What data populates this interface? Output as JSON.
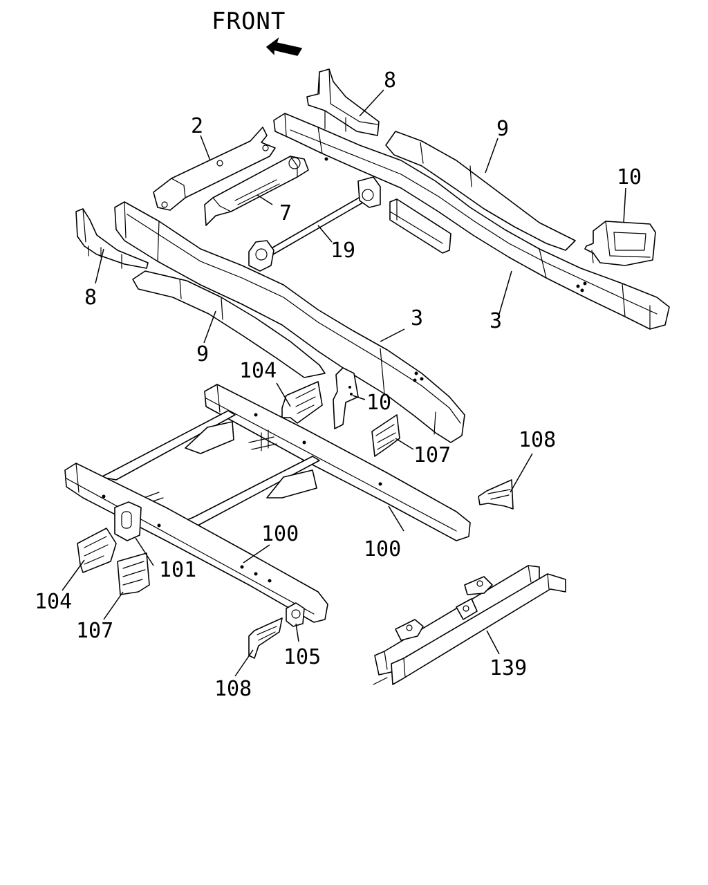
{
  "diagram": {
    "front_label": "FRONT",
    "parts": [
      {
        "id": "part-8-rear",
        "number": "8"
      },
      {
        "id": "part-2",
        "number": "2"
      },
      {
        "id": "part-9-rear",
        "number": "9"
      },
      {
        "id": "part-10-rear",
        "number": "10"
      },
      {
        "id": "part-7",
        "number": "7"
      },
      {
        "id": "part-19",
        "number": "19"
      },
      {
        "id": "part-8-left",
        "number": "8"
      },
      {
        "id": "part-3-right",
        "number": "3"
      },
      {
        "id": "part-3-center",
        "number": "3"
      },
      {
        "id": "part-9-front",
        "number": "9"
      },
      {
        "id": "part-104-upper",
        "number": "104"
      },
      {
        "id": "part-10-front",
        "number": "10"
      },
      {
        "id": "part-107-upper",
        "number": "107"
      },
      {
        "id": "part-108-right",
        "number": "108"
      },
      {
        "id": "part-100-center",
        "number": "100"
      },
      {
        "id": "part-100-right",
        "number": "100"
      },
      {
        "id": "part-101",
        "number": "101"
      },
      {
        "id": "part-104-lower",
        "number": "104"
      },
      {
        "id": "part-107-lower",
        "number": "107"
      },
      {
        "id": "part-105",
        "number": "105"
      },
      {
        "id": "part-108-lower",
        "number": "108"
      },
      {
        "id": "part-139",
        "number": "139"
      }
    ]
  }
}
